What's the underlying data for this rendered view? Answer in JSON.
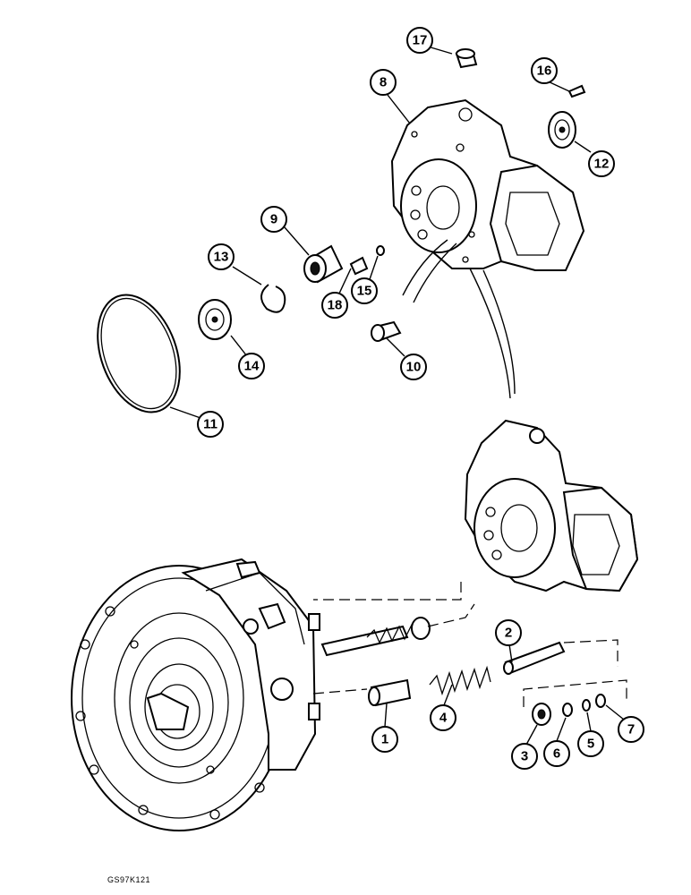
{
  "figure_code": "GS97K121",
  "callouts": [
    {
      "label": "1"
    },
    {
      "label": "2"
    },
    {
      "label": "3"
    },
    {
      "label": "4"
    },
    {
      "label": "5"
    },
    {
      "label": "6"
    },
    {
      "label": "7"
    },
    {
      "label": "8"
    },
    {
      "label": "9"
    },
    {
      "label": "10"
    },
    {
      "label": "11"
    },
    {
      "label": "12"
    },
    {
      "label": "13"
    },
    {
      "label": "14"
    },
    {
      "label": "15"
    },
    {
      "label": "16"
    },
    {
      "label": "17"
    },
    {
      "label": "18"
    }
  ]
}
